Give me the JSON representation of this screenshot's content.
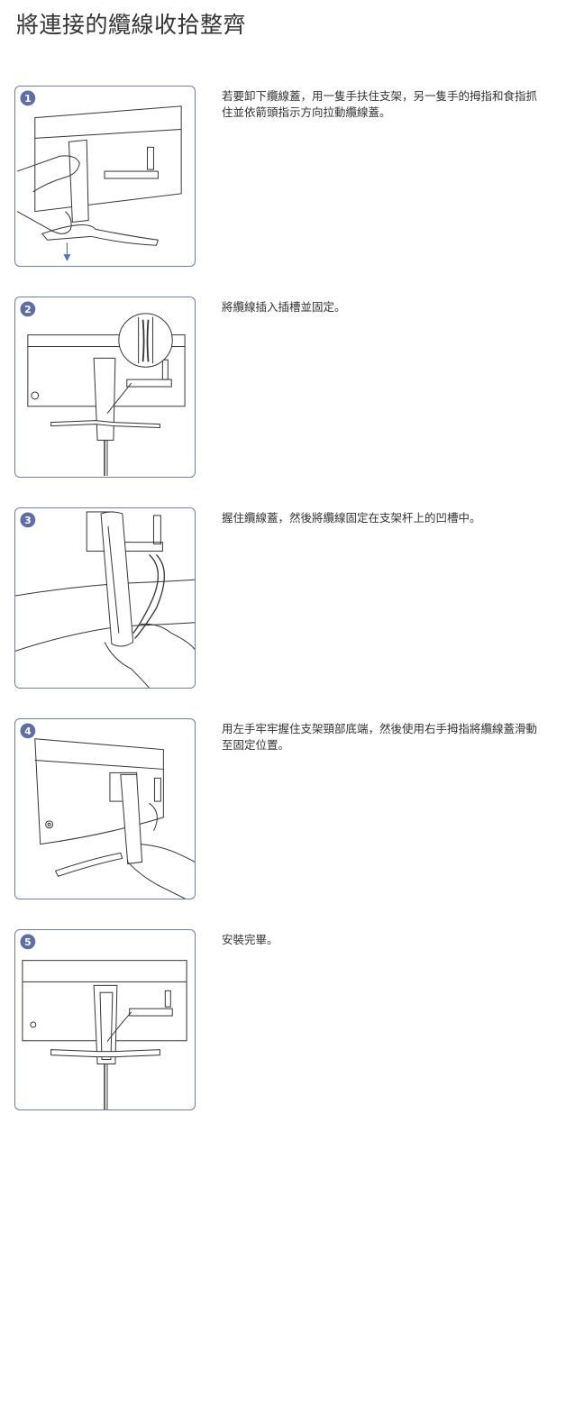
{
  "page": {
    "title": "將連接的纜線收拾整齊"
  },
  "steps": [
    {
      "number": "1",
      "text": "若要卸下纜線蓋，用一隻手扶住支架，另一隻手的拇指和食指抓住並依箭頭指示方向拉動纜線蓋。"
    },
    {
      "number": "2",
      "text": "將纜線插入插槽並固定。"
    },
    {
      "number": "3",
      "text": "握住纜線蓋，然後將纜線固定在支架杆上的凹槽中。"
    },
    {
      "number": "4",
      "text": "用左手牢牢握住支架頸部底端，然後使用右手拇指將纜線蓋滑動至固定位置。"
    },
    {
      "number": "5",
      "text": "安裝完畢。"
    }
  ],
  "colors": {
    "badge": "#5f6fa3",
    "frame": "#6a7fb0",
    "line": "#333333",
    "arrow": "#5b74b5"
  }
}
